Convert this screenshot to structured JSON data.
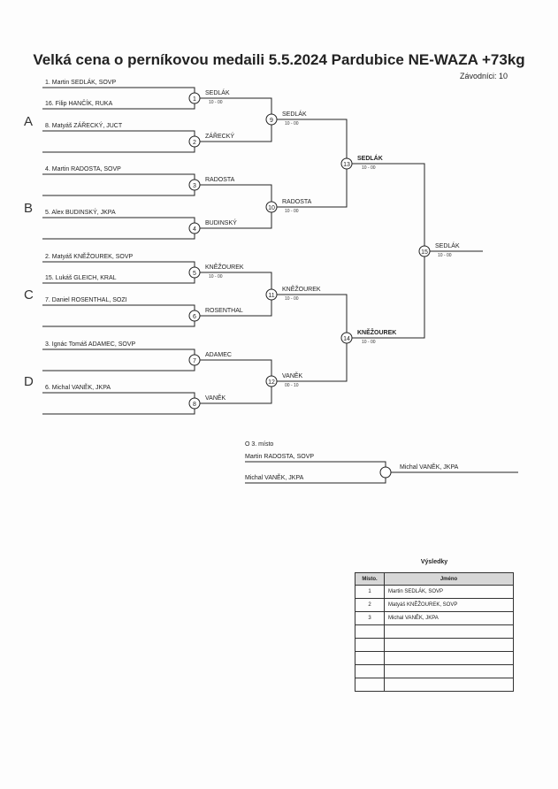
{
  "header": {
    "title": "Velká cena o perníkovou medaili  5.5.2024  Pardubice   NE-WAZA +73kg",
    "competitors": "Závodníci: 10"
  },
  "groups": [
    "A",
    "B",
    "C",
    "D"
  ],
  "round1": {
    "e1": "1. Martin SEDLÁK, SOVP",
    "e2": "16. Filip HANČÍK, RUKA",
    "e3": "8. Matyáš ZÁŘECKÝ, JUCT",
    "e4": "4. Martin RADOSTA, SOVP",
    "e5": "5. Alex BUDINSKÝ, JKPA",
    "e6": "2. Matyáš KNĚŽOUREK, SOVP",
    "e7": "15. Lukáš GLEICH, KRAL",
    "e8": "7. Daniel ROSENTHAL, SOZI",
    "e9": "3. Ignác Tomáš ADAMEC, SOVP",
    "e10": "6. Michal VANĚK, JKPA"
  },
  "matches": {
    "m1": {
      "no": "1",
      "winner": "SEDLÁK",
      "score": "10 - 00"
    },
    "m2": {
      "no": "2",
      "winner": "ZÁŘECKÝ"
    },
    "m3": {
      "no": "3",
      "winner": "RADOSTA"
    },
    "m4": {
      "no": "4",
      "winner": "BUDINSKÝ"
    },
    "m5": {
      "no": "5",
      "winner": "KNĚŽOUREK",
      "score": "10 - 00"
    },
    "m6": {
      "no": "6",
      "winner": "ROSENTHAL"
    },
    "m7": {
      "no": "7",
      "winner": "ADAMEC"
    },
    "m8": {
      "no": "8",
      "winner": "VANĚK"
    },
    "m9": {
      "no": "9",
      "winner": "SEDLÁK",
      "score": "10 - 00"
    },
    "m10": {
      "no": "10",
      "winner": "RADOSTA",
      "score": "10 - 00"
    },
    "m11": {
      "no": "11",
      "winner": "KNĚŽOUREK",
      "score": "10 - 00"
    },
    "m12": {
      "no": "12",
      "winner": "VANĚK",
      "score": "00 - 10"
    },
    "m13": {
      "no": "13",
      "winner": "SEDLÁK",
      "score": "10 - 00"
    },
    "m14": {
      "no": "14",
      "winner": "KNĚŽOUREK",
      "score": "10 - 00"
    },
    "m15": {
      "no": "15",
      "winner": "SEDLÁK",
      "score": "10 - 00"
    }
  },
  "third_place": {
    "title": "O 3. místo",
    "p1": "Martin RADOSTA, SOVP",
    "p2": "Michal VANĚK, JKPA",
    "winner": "Michal VANĚK, JKPA"
  },
  "results": {
    "title": "Výsledky",
    "col_place": "Místo.",
    "col_name": "Jméno",
    "rows": [
      {
        "place": "1",
        "name": "Martin SEDLÁK, SOVP"
      },
      {
        "place": "2",
        "name": "Matyáš KNĚŽOUREK, SOVP"
      },
      {
        "place": "3",
        "name": "Michal VANĚK, JKPA"
      }
    ],
    "empty_rows": 5
  }
}
